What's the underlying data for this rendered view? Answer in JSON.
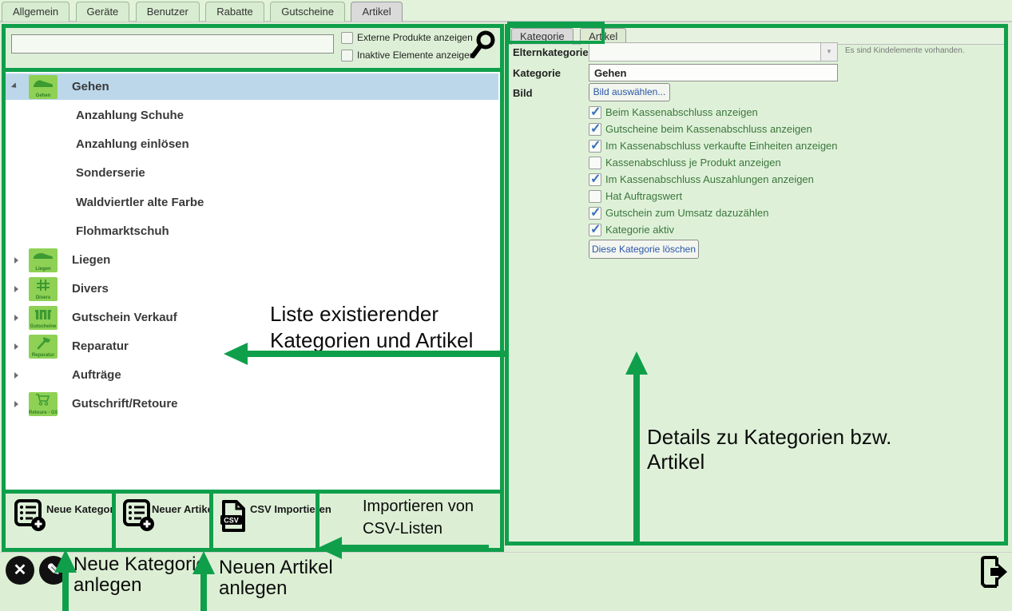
{
  "app_tabs": {
    "items": [
      "Allgemein",
      "Geräte",
      "Benutzer",
      "Rabatte",
      "Gutscheine",
      "Artikel"
    ],
    "active": "Artikel"
  },
  "left_panel": {
    "search": {
      "value": "",
      "checkbox_external": {
        "label": "Externe Produkte anzeigen",
        "checked": false
      },
      "checkbox_inactive": {
        "label": "Inaktive Elemente anzeigen",
        "checked": false
      }
    },
    "tree": [
      {
        "label": "Gehen",
        "icon_label": "Gehen",
        "selected": true,
        "expanded": true
      },
      {
        "label": "Anzahlung Schuhe"
      },
      {
        "label": "Anzahlung einlösen"
      },
      {
        "label": "Sonderserie"
      },
      {
        "label": "Waldviertler alte Farbe"
      },
      {
        "label": "Flohmarktschuh"
      },
      {
        "label": "Liegen",
        "icon_label": "Liegen"
      },
      {
        "label": "Divers",
        "icon_label": "Divers"
      },
      {
        "label": "Gutschein Verkauf",
        "icon_label": "Gutscheine"
      },
      {
        "label": "Reparatur",
        "icon_label": "Reparatur"
      },
      {
        "label": "Aufträge"
      },
      {
        "label": "Gutschrift/Retoure",
        "icon_label": "Retoure - GS"
      }
    ],
    "footer_buttons": [
      "Neue Kategorie",
      "Neuer Artikel",
      "CSV Importieren"
    ]
  },
  "right_panel": {
    "tabs": [
      "Kategorie",
      "Artikel"
    ],
    "active_tab": "Kategorie",
    "fields": {
      "elternkategorie_label": "Elternkategorie",
      "elternkategorie_value": "",
      "hint": "Es sind Kindelemente vorhanden.",
      "kategorie_label": "Kategorie",
      "kategorie_value": "Gehen",
      "bild_label": "Bild",
      "bild_button": "Bild auswählen..."
    },
    "checkboxes": [
      {
        "label": "Beim Kassenabschluss anzeigen",
        "checked": true
      },
      {
        "label": "Gutscheine beim Kassenabschluss anzeigen",
        "checked": true
      },
      {
        "label": "Im Kassenabschluss verkaufte Einheiten anzeigen",
        "checked": true
      },
      {
        "label": "Kassenabschluss je Produkt anzeigen",
        "checked": false
      },
      {
        "label": "Im Kassenabschluss Auszahlungen anzeigen",
        "checked": true
      },
      {
        "label": "Hat Auftragswert",
        "checked": false
      },
      {
        "label": "Gutschein zum Umsatz dazuzählen",
        "checked": true
      },
      {
        "label": "Kategorie aktiv",
        "checked": true
      }
    ],
    "delete_button": "Diese Kategorie löschen"
  },
  "annotations": {
    "liste": {
      "line1": "Liste existierender",
      "line2": "Kategorien und Artikel"
    },
    "details": {
      "line1": "Details zu Kategorien bzw.",
      "line2": "Artikel"
    },
    "csv": {
      "line1": "Importieren von",
      "line2": "CSV-Listen"
    },
    "neue_kategorie": {
      "line1": "Neue Kategorie",
      "line2": "anlegen"
    },
    "neuer_artikel": {
      "line1": "Neuen Artikel",
      "line2": "anlegen"
    }
  },
  "icons": {
    "close": "✕",
    "pencil": "✎",
    "dropdown": "▼"
  },
  "colors": {
    "annotation_green": "#0f9f4b",
    "selected_row_blue": "#bcd7ea",
    "tree_icon_green": "#8ed155",
    "tree_icon_glyph_green": "#3c9a31",
    "check_blue": "#3b6fc0",
    "button_text_blue": "#2b55a8",
    "background_green": "#dcefd4"
  }
}
